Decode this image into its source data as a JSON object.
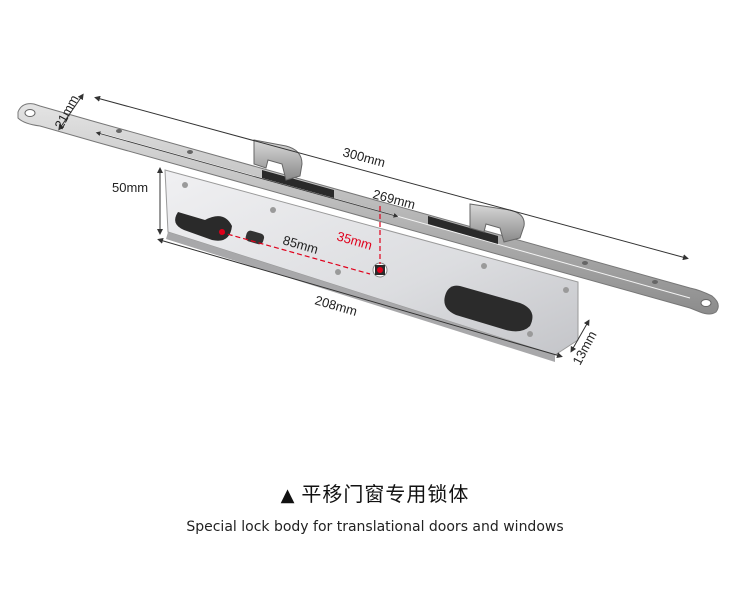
{
  "dimensions": {
    "overall_length": "300mm",
    "faceplate_length": "269mm",
    "body_length": "208mm",
    "body_height": "50mm",
    "backset": "85mm",
    "center_distance": "35mm",
    "faceplate_width": "21mm",
    "body_depth": "13mm"
  },
  "caption": {
    "marker": "▲",
    "title": "平移门窗专用锁体",
    "subtitle": "Special lock body for translational doors and windows"
  }
}
